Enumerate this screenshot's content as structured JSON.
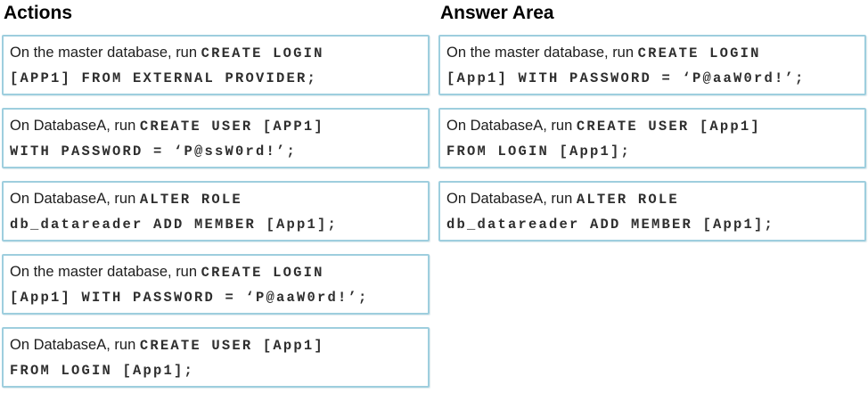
{
  "page": {
    "background": "#ffffff",
    "card_border_color": "#9ecede",
    "heading_color": "#000000",
    "text_color": "#1d1d1d"
  },
  "actions": {
    "title": "Actions",
    "items": [
      {
        "prefix": "On the master database, run ",
        "code_line1": "CREATE LOGIN",
        "code_line2": "[APP1] FROM EXTERNAL PROVIDER;"
      },
      {
        "prefix": "On DatabaseA, run ",
        "code_line1": "CREATE USER [APP1]",
        "code_line2": "WITH PASSWORD = ‘P@ssW0rd!’;"
      },
      {
        "prefix": "On DatabaseA, run ",
        "code_line1": "ALTER ROLE",
        "code_line2": "db_datareader ADD MEMBER [App1];"
      },
      {
        "prefix": "On the master database, run ",
        "code_line1": "CREATE LOGIN",
        "code_line2": "[App1] WITH PASSWORD = ‘P@aaW0rd!’;"
      },
      {
        "prefix": "On DatabaseA, run ",
        "code_line1": "CREATE USER [App1]",
        "code_line2": "FROM LOGIN [App1];"
      }
    ]
  },
  "answer_area": {
    "title": "Answer Area",
    "items": [
      {
        "prefix": "On the master database, run ",
        "code_line1": "CREATE LOGIN",
        "code_line2": "[App1] WITH PASSWORD = ‘P@aaW0rd!’;"
      },
      {
        "prefix": "On DatabaseA, run ",
        "code_line1": "CREATE USER [App1]",
        "code_line2": "FROM LOGIN [App1];"
      },
      {
        "prefix": "On DatabaseA, run ",
        "code_line1": "ALTER ROLE",
        "code_line2": "db_datareader ADD MEMBER [App1];"
      }
    ]
  }
}
